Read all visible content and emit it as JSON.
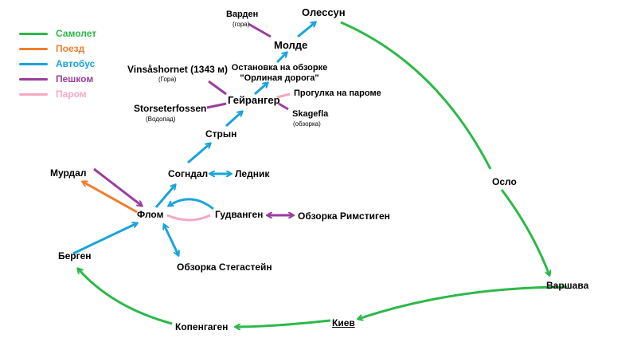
{
  "colors": {
    "plane": "#2db84a",
    "train": "#f07e2c",
    "bus": "#1aa3dc",
    "walk": "#9b3d9e",
    "ferry": "#f5a9c0"
  },
  "legend": [
    {
      "mode": "plane",
      "label": "Самолет"
    },
    {
      "mode": "train",
      "label": "Поезд"
    },
    {
      "mode": "bus",
      "label": "Автобус"
    },
    {
      "mode": "walk",
      "label": "Пешком"
    },
    {
      "mode": "ferry",
      "label": "Паром"
    }
  ],
  "nodes": {
    "varden": {
      "label": "Варден",
      "sub": "(гора)"
    },
    "olessun": {
      "label": "Олессун"
    },
    "molde": {
      "label": "Молде"
    },
    "vinsashornet": {
      "label": "Vinsåshornet (1343 м)",
      "sub": "(Гора)"
    },
    "orlinaya": {
      "label": "Остановка на обзорке\n\"Орлиная дорога\""
    },
    "geiranger": {
      "label": "Гейрангер"
    },
    "ferry_walk": {
      "label": "Прогулка на пароме"
    },
    "storseter": {
      "label": "Storseterfossen",
      "sub": "(Водопад)"
    },
    "skagefla": {
      "label": "Skagefla",
      "sub": "(обзорка)"
    },
    "stryn": {
      "label": "Стрын"
    },
    "sogndal": {
      "label": "Согндал"
    },
    "lednik": {
      "label": "Ледник"
    },
    "myrdal": {
      "label": "Мурдал"
    },
    "flom": {
      "label": "Флом"
    },
    "gudvangen": {
      "label": "Гудванген"
    },
    "rimstigen": {
      "label": "Обзорка Римстиген"
    },
    "bergen": {
      "label": "Берген"
    },
    "stegastein": {
      "label": "Обзорка Стегастейн"
    },
    "oslo": {
      "label": "Осло"
    },
    "varshava": {
      "label": "Варшава"
    },
    "kiev": {
      "label": "Киев"
    },
    "kopengagen": {
      "label": "Копенгаген"
    }
  }
}
